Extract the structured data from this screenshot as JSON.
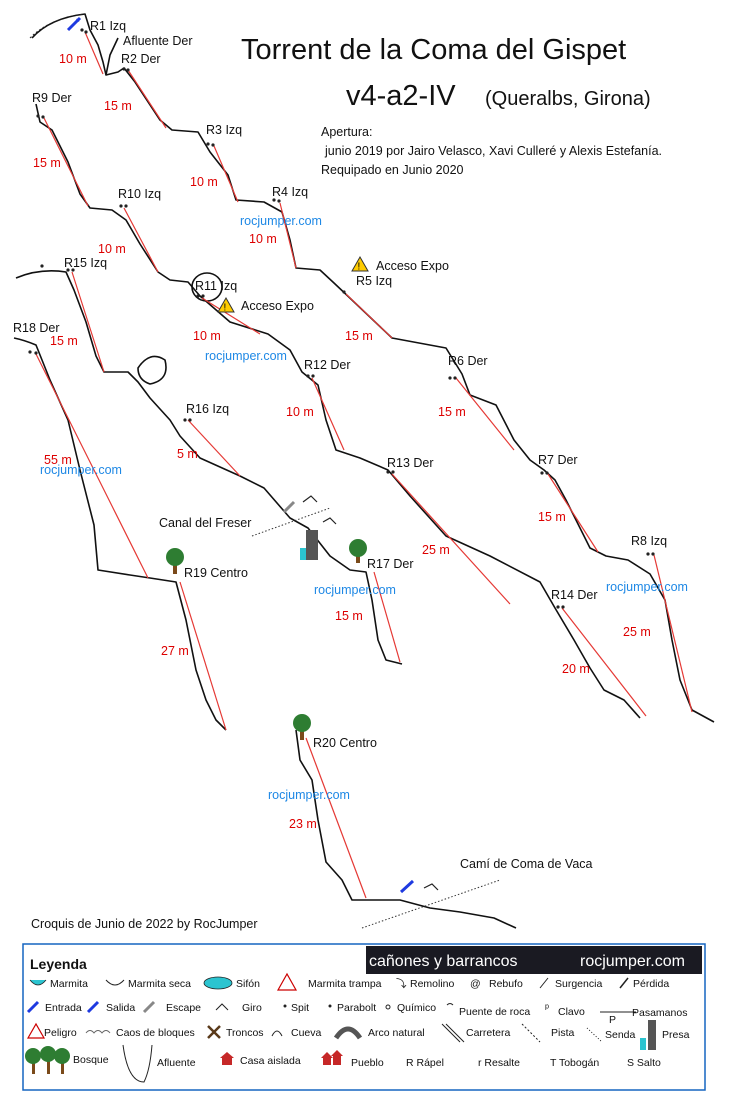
{
  "header": {
    "title": "Torrent de la Coma del Gispet",
    "rating": "v4-a2-IV",
    "location": "(Queralbs, Girona)",
    "opening_label": "Apertura:",
    "opening_text": "junio 2019 por Jairo Velasco, Xavi Culleré y Alexis Estefanía.",
    "equipped_text": "Requipado en  Junio 2020"
  },
  "rappels": [
    {
      "id": "R1",
      "label": "R1 Izq",
      "length": "10 m"
    },
    {
      "id": "R2",
      "label": "R2 Der",
      "length": "15 m"
    },
    {
      "id": "R3",
      "label": "R3 Izq",
      "length": "10 m"
    },
    {
      "id": "R4",
      "label": "R4 Izq",
      "length": "10 m"
    },
    {
      "id": "R5",
      "label": "R5 Izq",
      "length": "15 m"
    },
    {
      "id": "R6",
      "label": "R6 Der",
      "length": "15 m"
    },
    {
      "id": "R7",
      "label": "R7 Der",
      "length": "15 m"
    },
    {
      "id": "R8",
      "label": "R8 Izq",
      "length": "25 m"
    },
    {
      "id": "R9",
      "label": "R9 Der",
      "length": "15 m"
    },
    {
      "id": "R10",
      "label": "R10 Izq",
      "length": "10 m"
    },
    {
      "id": "R11",
      "label": "R11 Izq",
      "length": "10 m"
    },
    {
      "id": "R12",
      "label": "R12 Der",
      "length": "10 m"
    },
    {
      "id": "R13",
      "label": "R13 Der",
      "length": "25 m"
    },
    {
      "id": "R14",
      "label": "R14 Der",
      "length": "20 m"
    },
    {
      "id": "R15",
      "label": "R15 Izq",
      "length": "15 m"
    },
    {
      "id": "R16",
      "label": "R16 Izq",
      "length": "5 m"
    },
    {
      "id": "R17",
      "label": "R17 Der",
      "length": "15 m"
    },
    {
      "id": "R18",
      "label": "R18 Der",
      "length": "55 m"
    },
    {
      "id": "R19",
      "label": "R19 Centro",
      "length": "27 m"
    },
    {
      "id": "R20",
      "label": "R20 Centro",
      "length": "23 m"
    }
  ],
  "annotations": {
    "tributary": "Afluente Der",
    "exposed_access": "Acceso Expo",
    "canal": "Canal del Freser",
    "road": "Camí de Coma de Vaca",
    "watermark": "rocjumper.com",
    "credit": "Croquis de Junio de 2022 by RocJumper"
  },
  "legend": {
    "title": "Leyenda",
    "banner_left": "cañones y barrancos",
    "banner_right": "rocjumper.com",
    "row1": [
      "Marmita",
      "Marmita seca",
      "Sifón",
      "Marmita trampa",
      "Remolino",
      "Rebufo",
      "Surgencia",
      "Pérdida"
    ],
    "row2": [
      "Entrada",
      "Salida",
      "Escape",
      "Giro",
      "Spit",
      "Parabolt",
      "Químico",
      "Puente de roca",
      "Clavo",
      "Pasamanos"
    ],
    "row3": [
      "Peligro",
      "Caos de bloques",
      "Troncos",
      "Cueva",
      "Arco natural",
      "Carretera",
      "Pista",
      "Senda",
      "Presa"
    ],
    "row4": [
      "Bosque",
      "Afluente",
      "Casa aislada",
      "Pueblo",
      "R Rápel",
      "r Resalte",
      "T Tobogán",
      "S Salto"
    ],
    "row2_extra": "P"
  },
  "colors": {
    "rope": "#e53935",
    "length": "#d00000",
    "watermark": "#1e88e5",
    "legend_border": "#1565c0"
  }
}
